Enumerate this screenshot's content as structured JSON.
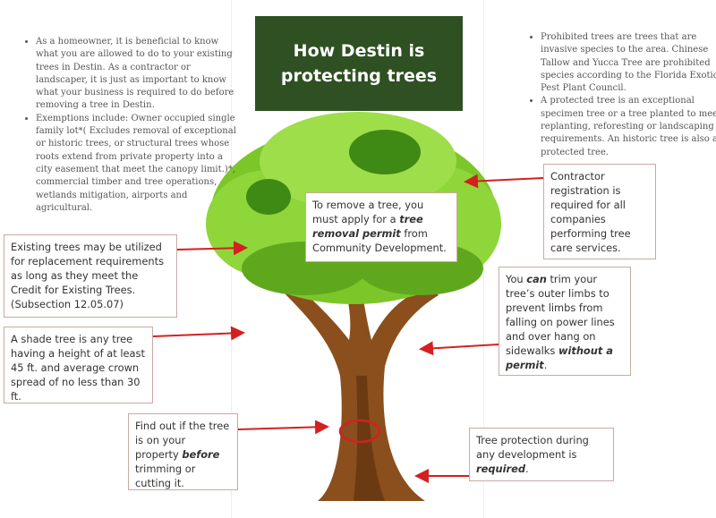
{
  "title": "How Destin is protecting trees",
  "left_bullets": [
    "As a homeowner, it is beneficial to know what you are allowed to do to your existing trees in Destin. As a contractor or landscaper, it is just as important to know what your business is required to do before removing a tree in Destin.",
    "Exemptions include: Owner occupied single family lot*( Excludes removal of exceptional or historic trees, or structural trees whose roots extend from private property into a city easement that meet the canopy limit.)*, commercial timber and tree operations, wetlands mitigation, airports and agricultural."
  ],
  "right_bullets": [
    "Prohibited trees are trees that are invasive species to the area. Chinese Tallow and Yucca Tree are prohibited species according to the Florida Exotic Pest Plant Council.",
    "A protected tree is an exceptional specimen tree or a tree planted to meet replanting, reforesting or landscaping requirements. An historic tree is also a protected tree."
  ],
  "callouts": {
    "remove": {
      "pre": "To remove a tree, you must apply for a ",
      "em": "tree removal permit",
      "post": " from Community Development."
    },
    "contractor": "Contractor registration is required for all companies performing tree care services.",
    "existing": "Existing trees may be utilized for replacement requirements as long as they meet the Credit for Existing Trees. (Subsection 12.05.07)",
    "trim": {
      "pre": "You ",
      "em1": "can",
      "mid": " trim your tree’s outer limbs to prevent limbs from falling on power lines and over hang on sidewalks ",
      "em2": "without a permit",
      "post": "."
    },
    "shade": "A shade tree is any tree having a height of at least 45 ft. and average crown spread of no less than 30 ft.",
    "findout": {
      "pre": "Find out if the tree is on your property ",
      "em": "before",
      "post": " trimming or cutting it."
    },
    "protection": {
      "pre": "Tree protection during any development is ",
      "em": "required",
      "post": "."
    }
  },
  "colors": {
    "title_bg": "#2e5022",
    "arrow": "#d42020",
    "box_border": "#c9aaa2",
    "trunk": "#8a4f1c"
  }
}
